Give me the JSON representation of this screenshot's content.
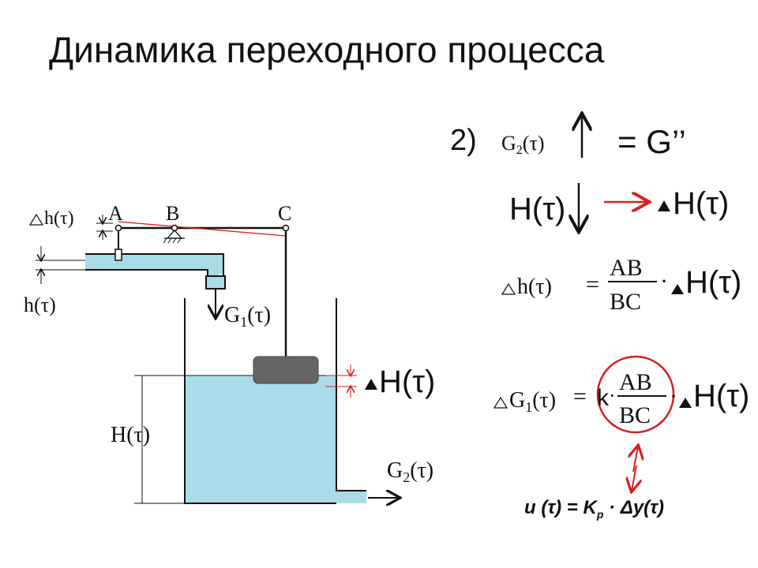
{
  "title": "Динамика переходного процесса",
  "diagram": {
    "label_A": "A",
    "label_B": "B",
    "label_C": "C",
    "delta_h_label": "h(τ)",
    "h_label": "h(τ)",
    "G1_label": "G",
    "G1_sub": "1",
    "G1_arg": "(τ)",
    "H_label": "H(τ)",
    "G2_label": "G",
    "G2_sub": "2",
    "G2_arg": "(τ)",
    "delta_H_label": "H(τ)"
  },
  "formulas": {
    "item_number": "2)",
    "G2_name": "G",
    "G2_sub": "2",
    "G2_arg": "(τ)",
    "G2_result": "= G’’",
    "H_name": "H(τ)",
    "dH_name": "H(τ)",
    "eq1_lhs": "h(τ)",
    "eq_sign": "=",
    "frac_num": "AB",
    "frac_den": "BC",
    "dot": "·",
    "eq1_rhs": "H(τ)",
    "eq2_lhs_name": "G",
    "eq2_lhs_sub": "1",
    "eq2_lhs_arg": "(τ)",
    "k": "k",
    "eq2_rhs": "H(τ)"
  },
  "u_equation": {
    "lhs": "u (τ) = K",
    "sub": "p",
    "rhs": " · Δy(τ)"
  },
  "colors": {
    "water": "#a9dbe8",
    "float": "#666666",
    "red": "#d62020",
    "ink": "#111111"
  }
}
